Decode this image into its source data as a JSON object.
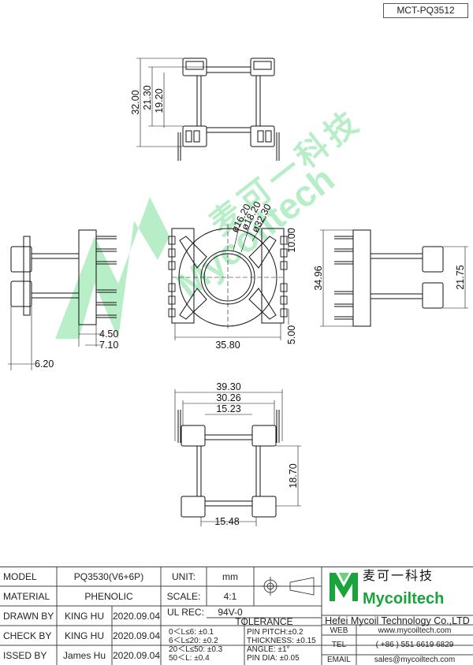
{
  "drawing_code": "MCT-PQ3512",
  "watermark": {
    "brand": "Mycoiltech",
    "chinese": "麦可一科技"
  },
  "dimensions": {
    "top_view": [
      "32.00",
      "21.30",
      "19.20"
    ],
    "center_view": [
      "ø16.20",
      "ø18.20",
      "ø32.30",
      "10.00",
      "5.00",
      "35.80"
    ],
    "left_view": [
      "4.50",
      "7.10",
      "6.20"
    ],
    "right_view": [
      "34.96",
      "21.75"
    ],
    "bottom_view": [
      "39.30",
      "30.26",
      "15.23",
      "18.70",
      "15.48"
    ]
  },
  "title_block": {
    "model_label": "MODEL",
    "model_value": "PQ3530(V6+6P)",
    "material_label": "MATERIAL",
    "material_value": "PHENOLIC",
    "drawn_label": "DRAWN BY",
    "drawn_name": "KING HU",
    "drawn_date": "2020.09.04",
    "check_label": "CHECK BY",
    "check_name": "KING HU",
    "check_date": "2020.09.04",
    "issued_label": "ISSED BY",
    "issued_name": "James Hu",
    "issued_date": "2020.09.04",
    "unit_label": "UNIT:",
    "unit_value": "mm",
    "scale_label": "SCALE:",
    "scale_value": "4:1",
    "ul_label": "UL REC:",
    "ul_value": "94V-0",
    "tolerance_title": "TOLERANCE",
    "tolerance_left": [
      "0＜L≤6:  ±0.1",
      "6＜L≤20:  ±0.2",
      "20＜L≤50:  ±0.3",
      "50＜L:  ±0.4"
    ],
    "tolerance_right": [
      "PIN PITCH:±0.2",
      "THICKNESS:  ±0.15",
      "ANGLE:  ±1°",
      "PIN DIA:  ±0.05"
    ],
    "logo_cn": "麦可一科技",
    "logo_en": "Mycoiltech",
    "company": "Hefei Mycoil Technology Co.,LTD",
    "web_label": "WEB",
    "web_value": "www.mycoiltech.com",
    "tel_label": "TEL",
    "tel_value": "( +86 ) 551 6619 6829",
    "email_label": "EMAIL",
    "email_value": "sales@mycoiltech.com"
  }
}
